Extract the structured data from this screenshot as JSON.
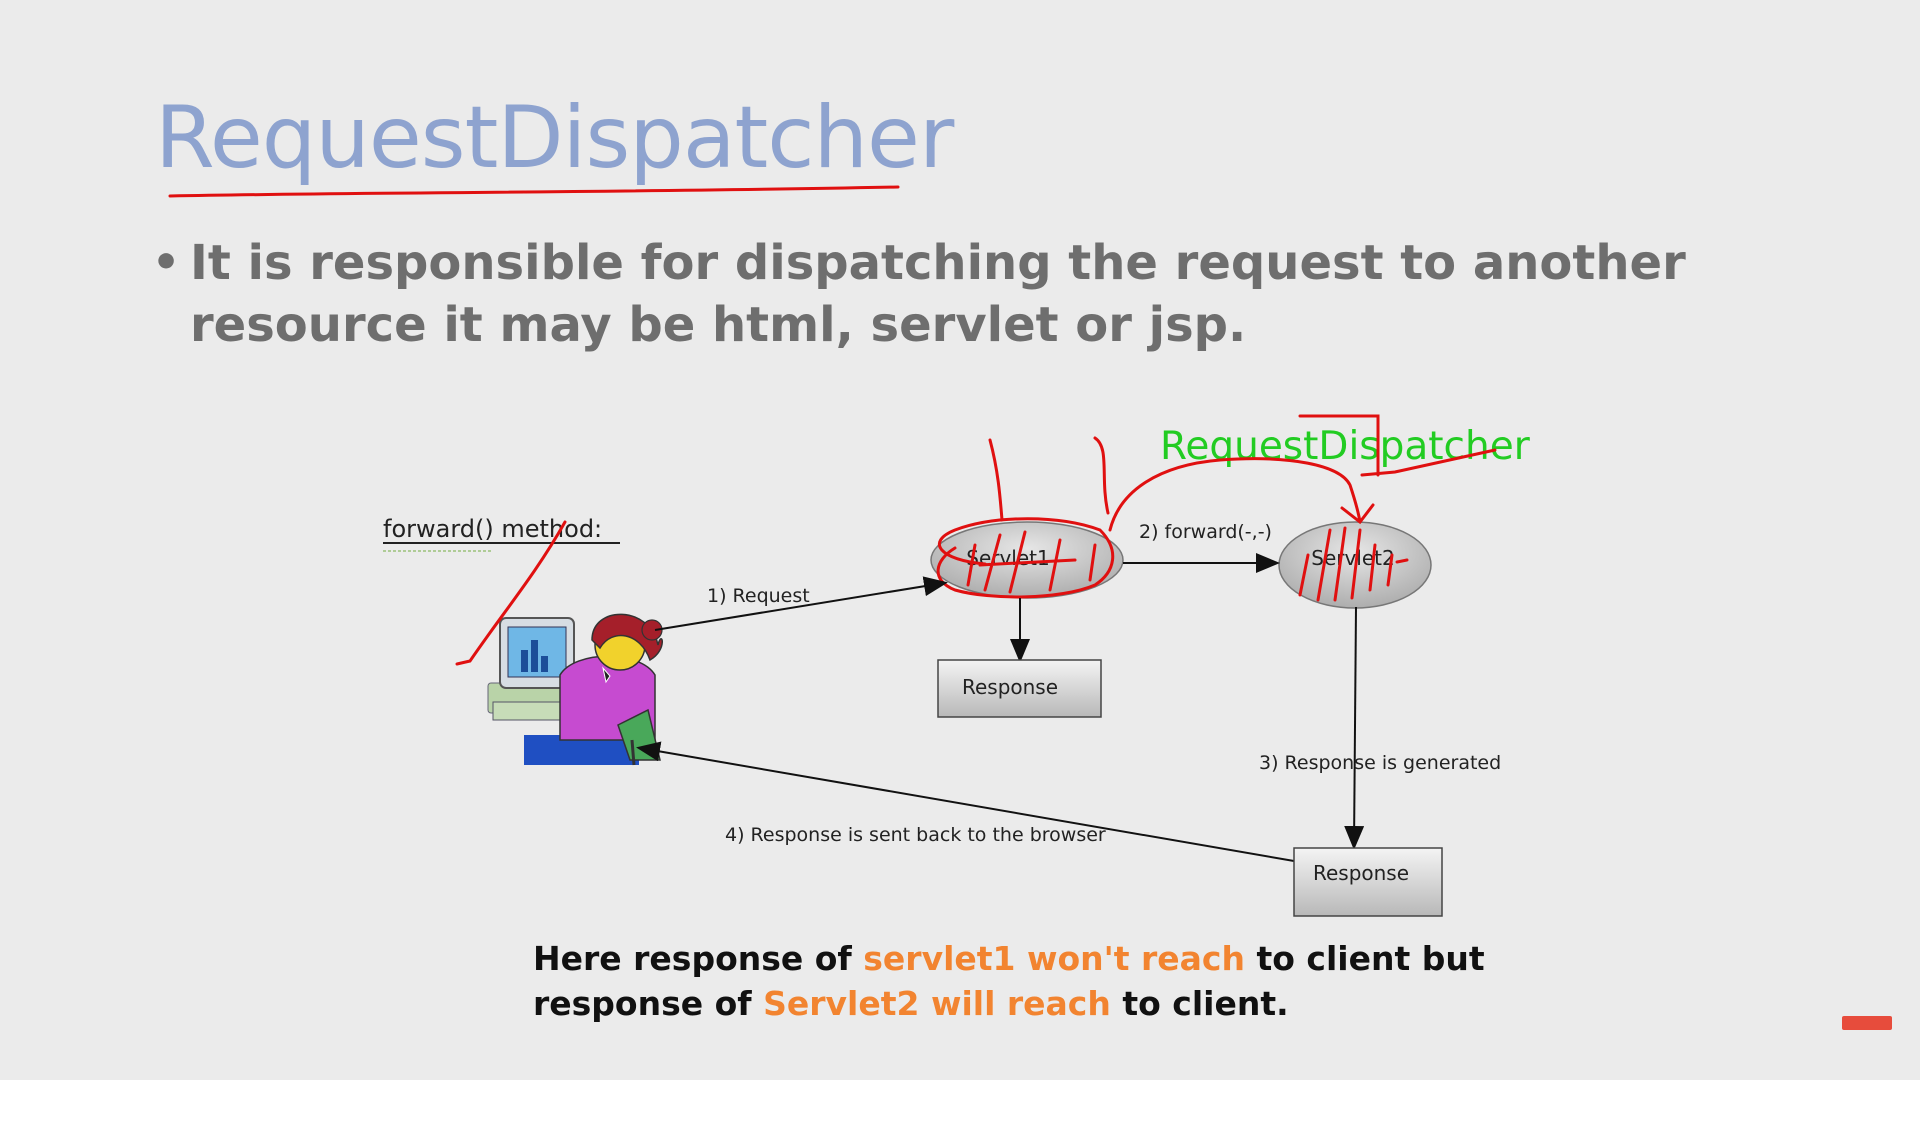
{
  "slide": {
    "title": "RequestDispatcher",
    "bullet": "It is responsible for dispatching the request to another resource it may be html, servlet or jsp.",
    "bullet_marker": "•"
  },
  "diagram": {
    "method_heading": "forward() method:",
    "servlet1_label": "Servlet1",
    "servlet2_label": "Servlet2",
    "response_box1": "Response",
    "response_box2": "Response",
    "edge_request": "1) Request",
    "edge_forward": "2) forward(-,-)",
    "edge_generated": "3) Response is generated",
    "edge_sent_back": "4) Response  is sent back to the browser",
    "annotation_handwritten": "RequestDispatcher"
  },
  "caption": {
    "part1": "Here response of ",
    "part2": "servlet1 won't reach",
    "part3": " to client but response of ",
    "part4": "Servlet2 will reach",
    "part5": " to client."
  },
  "colors": {
    "title": "#8ea3cf",
    "bullet_text": "#6e6e6e",
    "highlight": "#f28430",
    "annotation_red": "#e01010",
    "annotation_green": "#22cc22"
  }
}
